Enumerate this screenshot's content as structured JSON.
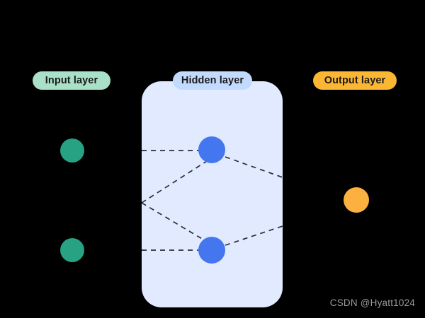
{
  "diagram": {
    "title": "Neural network layer diagram",
    "background_color": "#000000",
    "labels": {
      "input": "Input layer",
      "hidden": "Hidden layer",
      "output": "Output layer"
    },
    "colors": {
      "input_pill": "#a8e0c8",
      "hidden_pill": "#c3daff",
      "output_pill": "#fbb633",
      "panel": "#e1eaff",
      "input_node": "#27a383",
      "hidden_node": "#4476f0",
      "output_node": "#fbb040",
      "edge": "#2b2b38",
      "watermark": "#9a9a9a",
      "background": "#000000"
    },
    "layers": [
      {
        "name": "input",
        "node_count": 2,
        "node_color": "#27a383"
      },
      {
        "name": "hidden",
        "node_count": 2,
        "node_color": "#4476f0"
      },
      {
        "name": "output",
        "node_count": 1,
        "node_color": "#fbb040"
      }
    ],
    "edges": {
      "style": "dashed",
      "count": 6,
      "description": "Dashed connections clipped to the hidden layer panel"
    }
  },
  "watermark": {
    "text": "CSDN @Hyatt1024"
  }
}
